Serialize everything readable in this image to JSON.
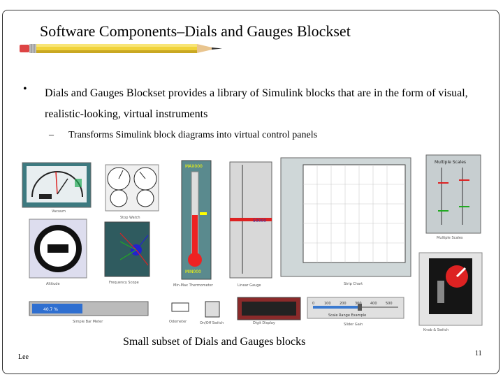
{
  "slide": {
    "title": "Software Components–Dials and Gauges Blockset",
    "bullet": "Dials and Gauges Blockset provides a library of Simulink blocks that are in the form of  visual, realistic-looking, virtual instruments",
    "sub_bullet": "Transforms Simulink block diagrams into virtual control panels",
    "caption": "Small subset of Dials and Gauges blocks",
    "author": "Lee",
    "page_number": "11"
  },
  "blocks": {
    "multiple_scales_title": "Multiple Scales",
    "progress_value": "40.7 %",
    "slider_ticks": [
      "0",
      "100",
      "200",
      "300",
      "400",
      "500"
    ],
    "slider_caption": "Scale Range Example"
  }
}
